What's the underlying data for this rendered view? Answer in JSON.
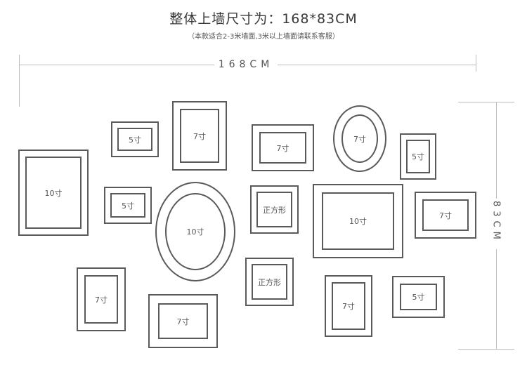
{
  "header": {
    "title": "整体上墙尺寸为：168*83CM",
    "subtitle": "（本款适合2-3米墙面,3米以上墙面请联系客服）"
  },
  "dimensions": {
    "width_label": "168CM",
    "height_label": "83CM"
  },
  "frames": {
    "f01": "10寸",
    "f02": "5寸",
    "f03": "7寸",
    "f04": "5寸",
    "f05": "10寸",
    "f06": "7寸",
    "f07": "7寸",
    "f08": "7寸",
    "f09": "正方形",
    "f10": "正方形",
    "f11": "7寸",
    "f12": "10寸",
    "f13": "7寸",
    "f14": "5寸",
    "f15": "7寸",
    "f16": "5寸"
  }
}
